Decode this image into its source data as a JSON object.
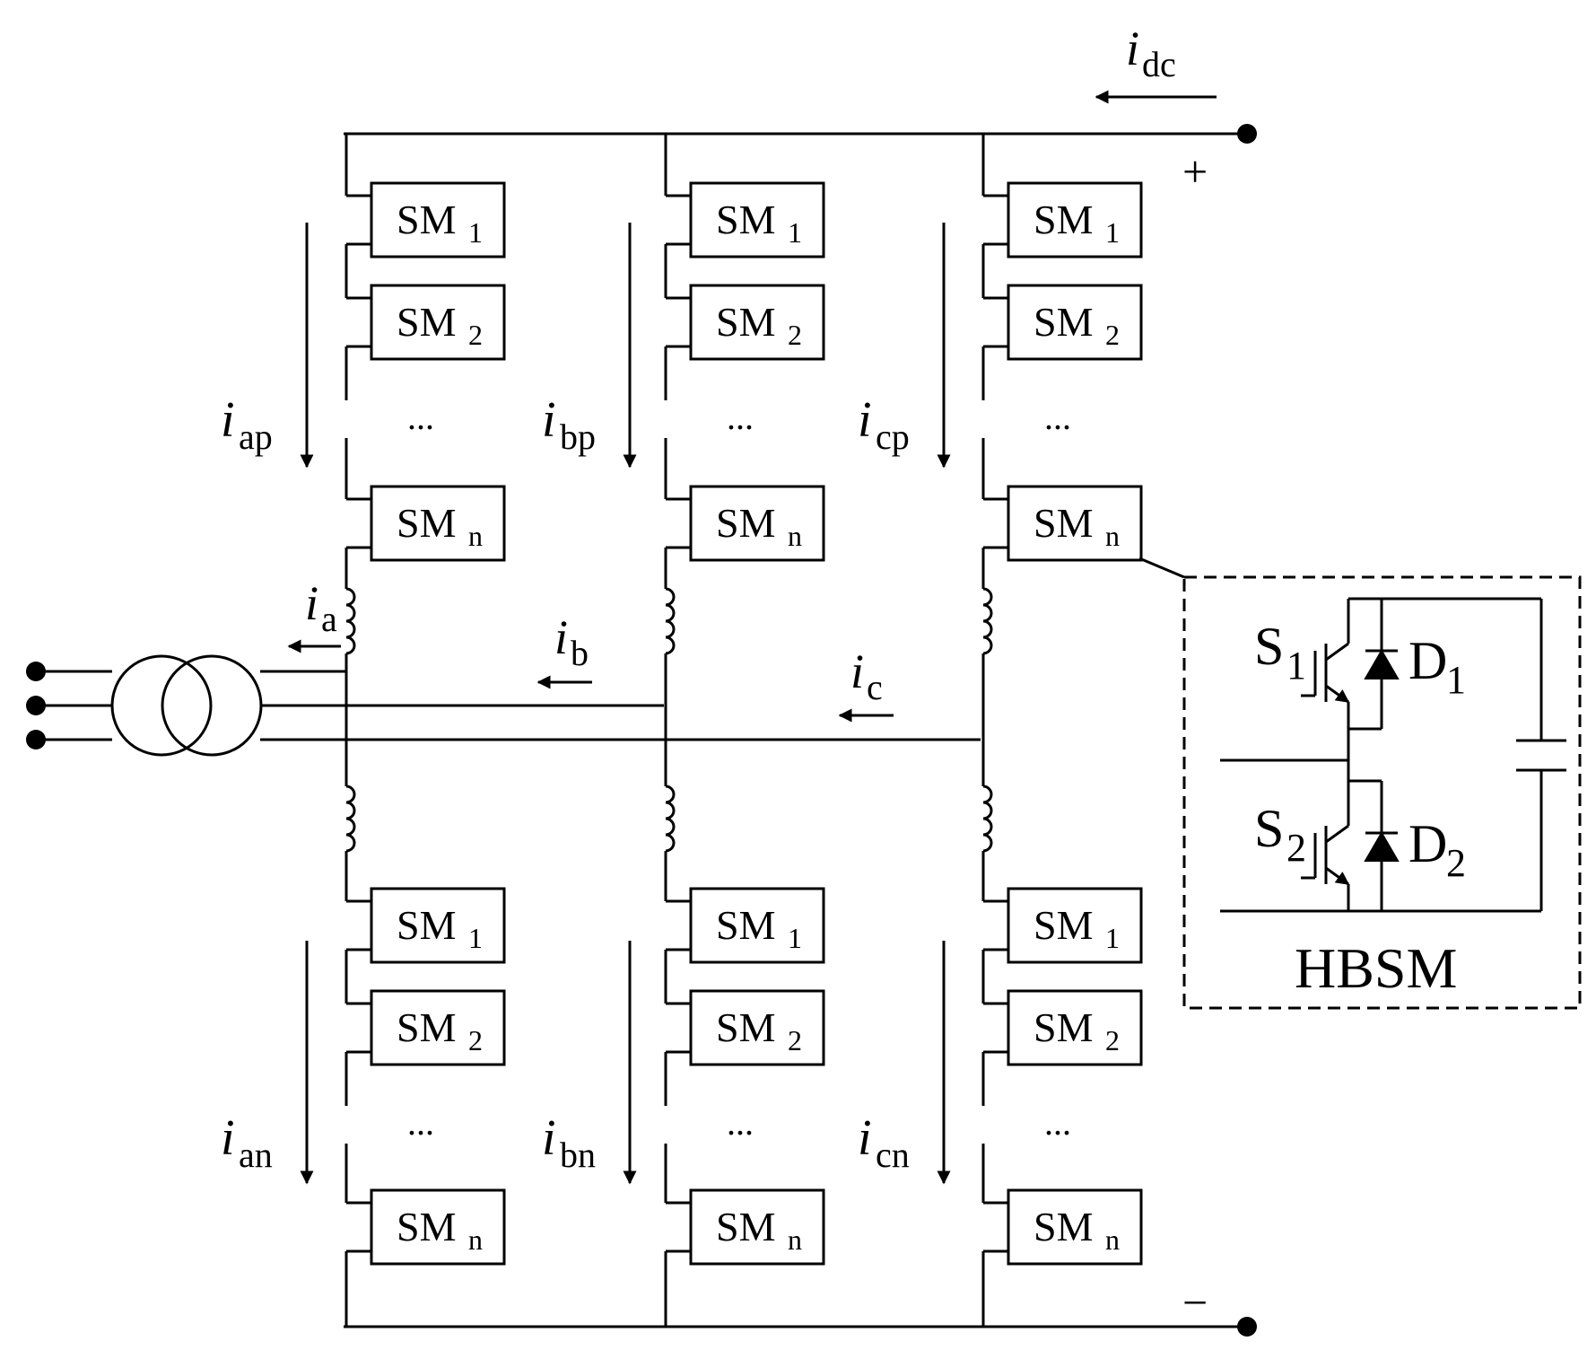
{
  "dc": {
    "current": "i",
    "current_sub": "dc",
    "plus": "+",
    "minus": "−"
  },
  "sm": {
    "label": "SM",
    "sub1": "1",
    "sub2": "2",
    "subn": "n",
    "dots": "..."
  },
  "arm_currents": {
    "ap": {
      "i": "i",
      "sub": "ap"
    },
    "bp": {
      "i": "i",
      "sub": "bp"
    },
    "cp": {
      "i": "i",
      "sub": "cp"
    },
    "an": {
      "i": "i",
      "sub": "an"
    },
    "bn": {
      "i": "i",
      "sub": "bn"
    },
    "cn": {
      "i": "i",
      "sub": "cn"
    }
  },
  "phase_currents": {
    "a": {
      "i": "i",
      "sub": "a"
    },
    "b": {
      "i": "i",
      "sub": "b"
    },
    "c": {
      "i": "i",
      "sub": "c"
    }
  },
  "hbsm": {
    "title": "HBSM",
    "s1": "S",
    "s1_sub": "1",
    "s2": "S",
    "s2_sub": "2",
    "d1": "D",
    "d1_sub": "1",
    "d2": "D",
    "d2_sub": "2"
  }
}
